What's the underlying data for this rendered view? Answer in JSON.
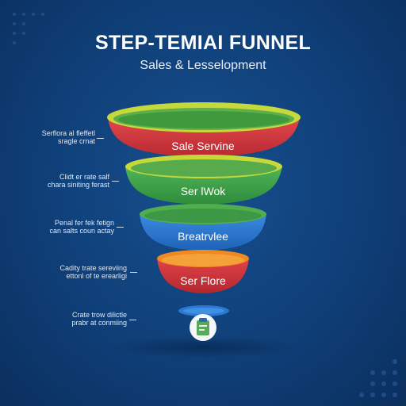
{
  "title": "STEP-TEMIAI FUNNEL",
  "subtitle": "Sales & Lesselopment",
  "colors": {
    "background": "#0f3f78",
    "red": "#d8353c",
    "green": "#3fa34a",
    "blue": "#2a78d2",
    "orange": "#f08a1e",
    "lime": "#c6d93b"
  },
  "tiers": [
    {
      "label": "Sale Servine",
      "note": "Serflora al fleffetl\nsragle crnat"
    },
    {
      "label": "Ser lWok",
      "note": "Clidt er rate salf\nchara siniting ferast"
    },
    {
      "label": "Breatrvlee",
      "note": "Penal fer fek fetign\ncan salts coun actay"
    },
    {
      "label": "Ser Flore",
      "note": "Cadity trate sereviing\nettonl of te erearligi"
    }
  ],
  "bottom": {
    "icon": "clipboard-icon",
    "note": "Crate trow dilictle\nprabr at conmiing"
  }
}
